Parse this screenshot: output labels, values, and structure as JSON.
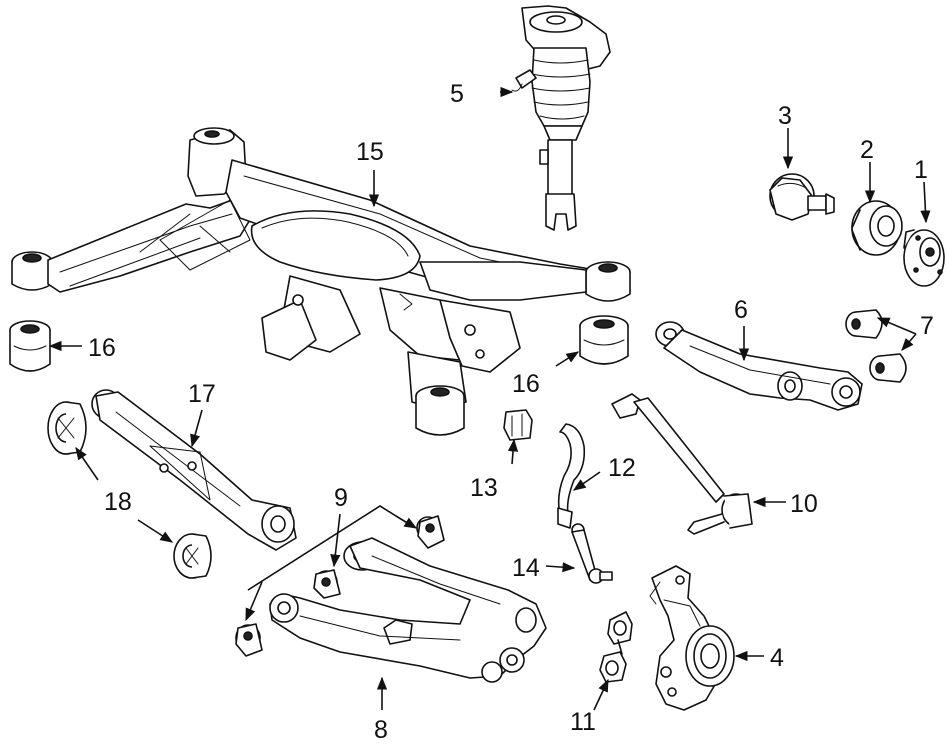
{
  "callouts": {
    "c1": "1",
    "c2": "2",
    "c3": "3",
    "c4": "4",
    "c5": "5",
    "c6": "6",
    "c7": "7",
    "c8": "8",
    "c9": "9",
    "c10": "10",
    "c11": "11",
    "c12": "12",
    "c13": "13",
    "c14": "14",
    "c15": "15",
    "c16a": "16",
    "c16b": "16",
    "c17": "17",
    "c18": "18"
  },
  "colors": {
    "line": "#111111",
    "background": "#ffffff"
  }
}
